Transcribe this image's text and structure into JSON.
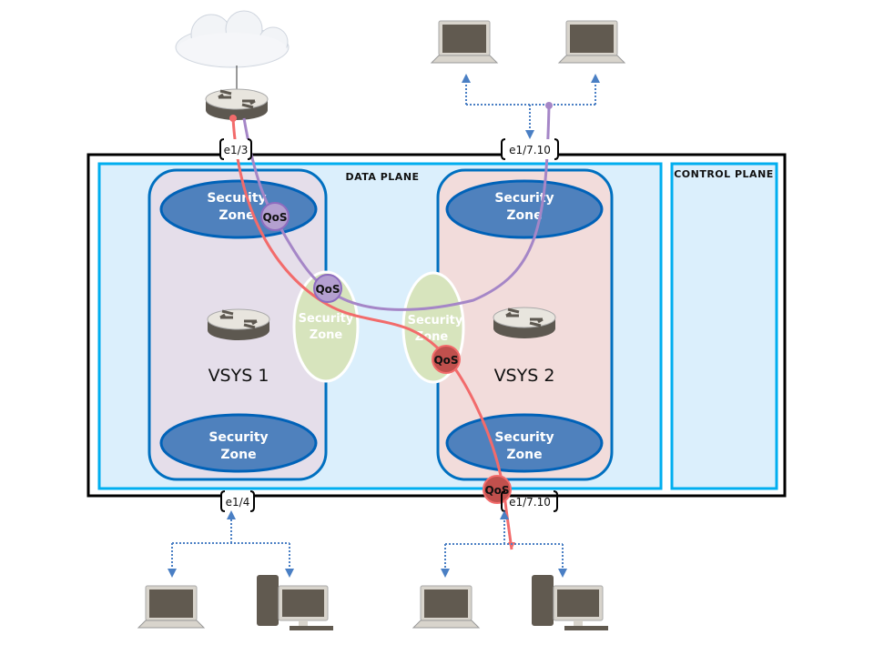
{
  "labels": {
    "data_plane": "DATA PLANE",
    "control_plane": "CONTROL PLANE",
    "vsys1": "VSYS 1",
    "vsys2": "VSYS 2",
    "zone_line1": "Security",
    "zone_line2": "Zone",
    "qos": "QoS"
  },
  "interfaces": {
    "top_left": "e1/3",
    "top_right": "e1/7.10",
    "bottom_left": "e1/4",
    "bottom_right": "e1/7.10"
  },
  "colors": {
    "data_plane_fill": "#dbeffc",
    "plane_border": "#00aeef",
    "vsys1_fill": "#e5deea",
    "vsys2_fill": "#f2dcdb",
    "zone_blue": "#4f81bd",
    "zone_green": "#d7e4bd",
    "path_red": "#f26b6b",
    "path_purple": "#a586c7",
    "qos_red": "#c0504d",
    "qos_purple": "#b4a0d0"
  }
}
